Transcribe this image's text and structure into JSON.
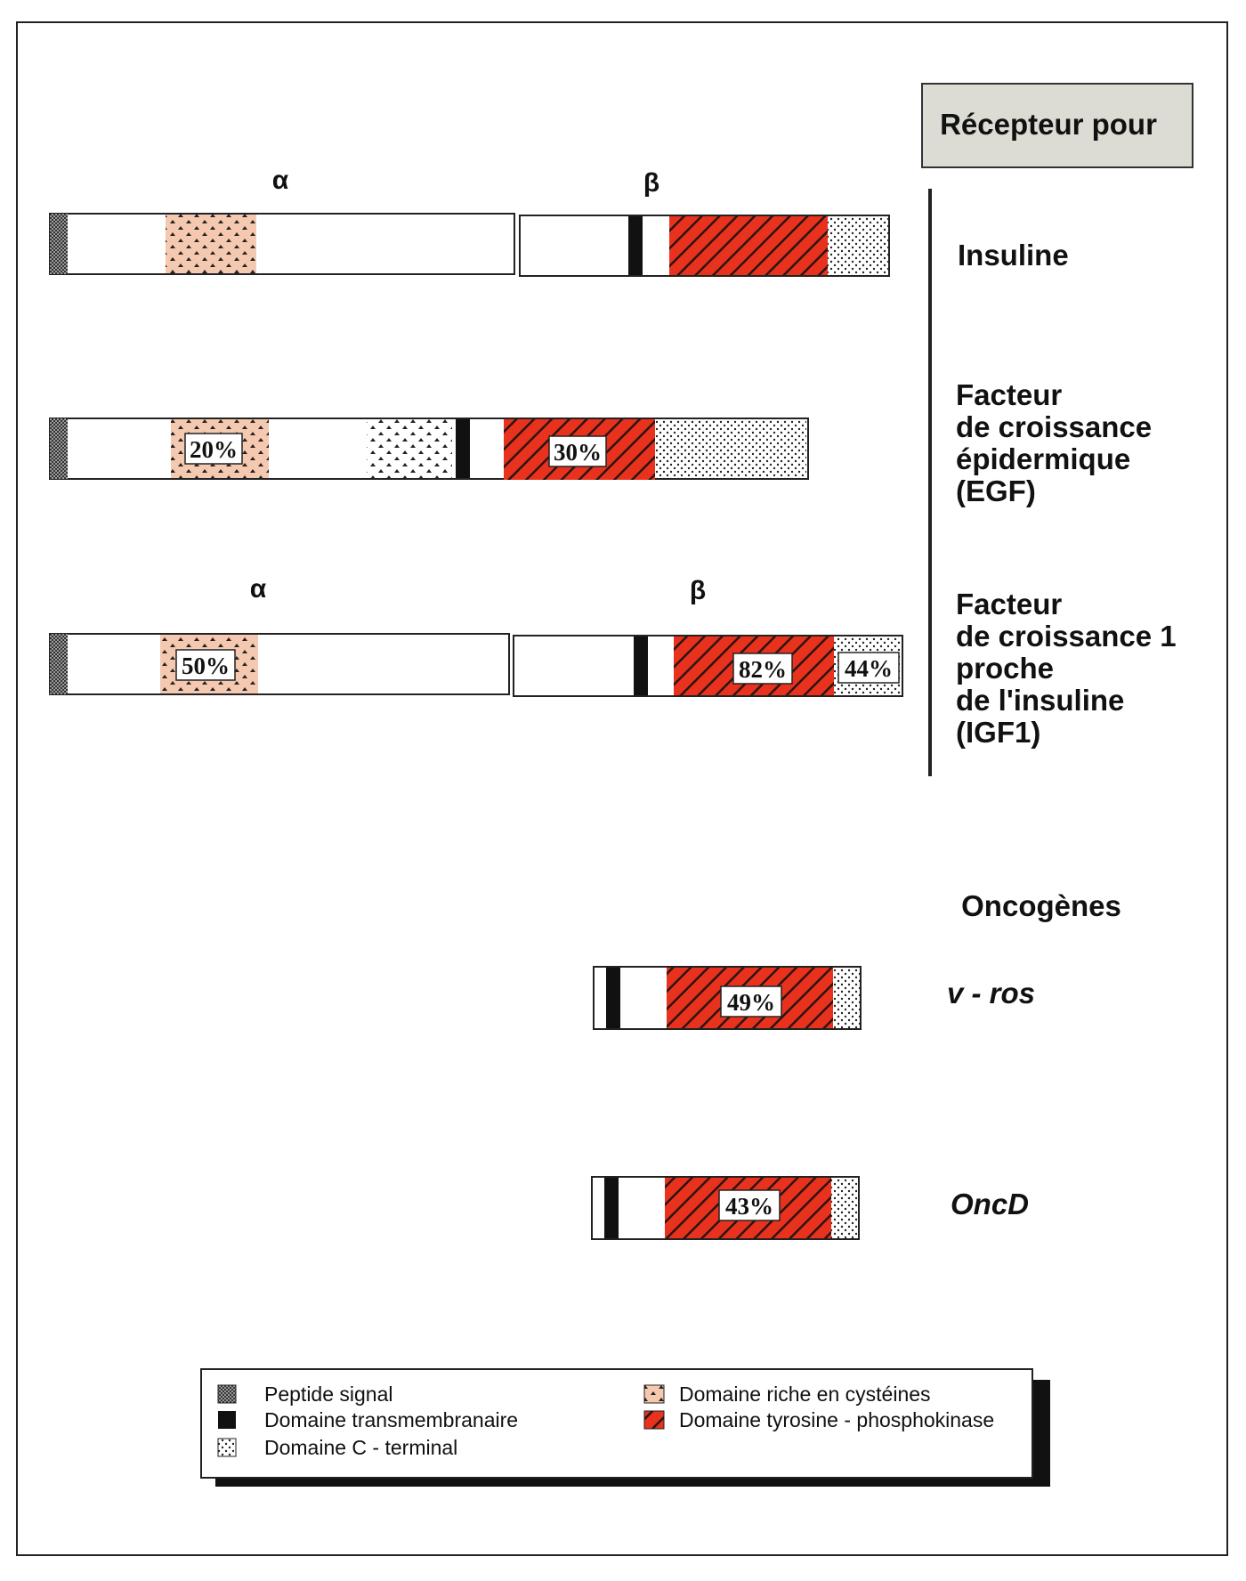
{
  "header": {
    "title": "Récepteur pour"
  },
  "receptors": [
    {
      "name": "Insuline",
      "alpha": "α",
      "beta": "β"
    },
    {
      "name_lines": [
        "Facteur",
        "de croissance",
        "épidermique",
        "(EGF)"
      ],
      "pct_cys": "20%",
      "pct_tk": "30%"
    },
    {
      "name_lines": [
        "Facteur",
        "de croissance 1",
        "proche",
        "de l'insuline",
        "(IGF1)"
      ],
      "alpha": "α",
      "beta": "β",
      "pct_cys": "50%",
      "pct_tk": "82%",
      "pct_ct": "44%"
    }
  ],
  "oncogenes": {
    "title": "Oncogènes",
    "items": [
      {
        "name": "v - ros",
        "pct_tk": "49%"
      },
      {
        "name": "OncD",
        "pct_tk": "43%"
      }
    ]
  },
  "legend": {
    "items": [
      {
        "key": "signal",
        "label": "Peptide signal"
      },
      {
        "key": "tm",
        "label": "Domaine transmembranaire"
      },
      {
        "key": "ct",
        "label": "Domaine  C - terminal"
      },
      {
        "key": "cys",
        "label": "Domaine riche en cystéines"
      },
      {
        "key": "tk",
        "label": "Domaine tyrosine - phosphokinase"
      }
    ]
  },
  "colors": {
    "tyrosine_kinase": "#e8321e",
    "cysteine": "#f5c8b0",
    "header_bg": "#dcdcd4",
    "signal": "#777777"
  }
}
